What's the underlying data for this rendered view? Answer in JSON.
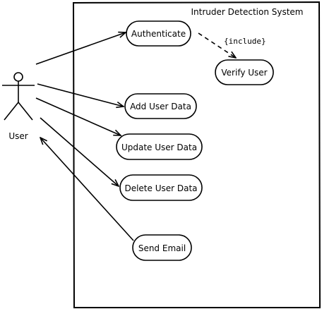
{
  "system": {
    "title": "Intruder Detection System"
  },
  "actors": [
    {
      "name": "User"
    }
  ],
  "use_cases": [
    {
      "id": "authenticate",
      "label": "Authenticate"
    },
    {
      "id": "verify-user",
      "label": "Verify User"
    },
    {
      "id": "add-user-data",
      "label": "Add User Data"
    },
    {
      "id": "update-user-data",
      "label": "Update User Data"
    },
    {
      "id": "delete-user-data",
      "label": "Delete User Data"
    },
    {
      "id": "send-email",
      "label": "Send Email"
    }
  ],
  "relationships": [
    {
      "from": "User",
      "to": "authenticate",
      "type": "association"
    },
    {
      "from": "User",
      "to": "add-user-data",
      "type": "association"
    },
    {
      "from": "User",
      "to": "update-user-data",
      "type": "association"
    },
    {
      "from": "User",
      "to": "delete-user-data",
      "type": "association"
    },
    {
      "from": "send-email",
      "to": "User",
      "type": "association"
    },
    {
      "from": "authenticate",
      "to": "verify-user",
      "type": "include",
      "label": "{include}"
    }
  ]
}
